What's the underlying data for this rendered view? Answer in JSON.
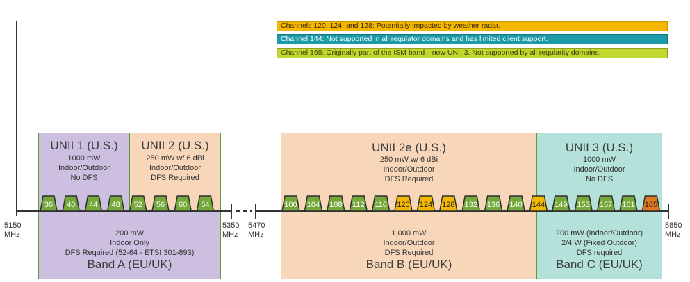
{
  "notes": [
    {
      "text": "Channels 120, 124, and 128: Potentially impacted by weather radar.",
      "color": "#f5b800"
    },
    {
      "text": "Channel 144: Not supported in all regulator domains and has limited client support.",
      "color": "#1b9aa8"
    },
    {
      "text": "Channel 165: Originally part of the ISM band—now UNII 3. Not supported by all regularity domains.",
      "color": "#c4d630"
    }
  ],
  "unii1": {
    "title": "UNII 1 (U.S.)",
    "power": "1000 mW",
    "use": "Indoor/Outdoor",
    "dfs": "No DFS"
  },
  "unii2": {
    "title": "UNII 2 (U.S.)",
    "power": "250 mW w/ 6 dBi",
    "use": "Indoor/Outdoor",
    "dfs": "DFS Required"
  },
  "unii2e": {
    "title": "UNII 2e (U.S.)",
    "power": "250 mW w/ 6 dBi",
    "use": "Indoor/Outdoor",
    "dfs": "DFS Required"
  },
  "unii3": {
    "title": "UNII 3 (U.S.)",
    "power": "1000 mW",
    "use": "Indoor/Outdoor",
    "dfs": "No DFS"
  },
  "bandA": {
    "line1": "200 mW",
    "line2": "Indoor Only",
    "line3": "DFS Required (52-64 - ETSI 301-893)",
    "name": "Band A (EU/UK)"
  },
  "bandB": {
    "line1": "1,000 mW",
    "line2": "Indoor/Outdoor",
    "line3": "DFS Required",
    "name": "Band B (EU/UK)"
  },
  "bandC": {
    "line1": "200 mW (Indoor/Outdoor)",
    "line2": "2/4 W (Fixed Outdoor)",
    "line3": "DFS required",
    "name": "Band C (EU/UK)"
  },
  "frequencies": [
    {
      "value": "5150",
      "unit": "MHz"
    },
    {
      "value": "5350",
      "unit": "MHz"
    },
    {
      "value": "5470",
      "unit": "MHz"
    },
    {
      "value": "5850",
      "unit": "MHz"
    }
  ],
  "channels_low": [
    {
      "label": "36",
      "type": "normal"
    },
    {
      "label": "40",
      "type": "normal"
    },
    {
      "label": "44",
      "type": "normal"
    },
    {
      "label": "48",
      "type": "normal"
    },
    {
      "label": "52",
      "type": "normal"
    },
    {
      "label": "56",
      "type": "normal"
    },
    {
      "label": "60",
      "type": "normal"
    },
    {
      "label": "64",
      "type": "normal"
    }
  ],
  "channels_high": [
    {
      "label": "100",
      "type": "normal"
    },
    {
      "label": "104",
      "type": "normal"
    },
    {
      "label": "108",
      "type": "normal"
    },
    {
      "label": "112",
      "type": "normal"
    },
    {
      "label": "116",
      "type": "normal"
    },
    {
      "label": "120",
      "type": "radar"
    },
    {
      "label": "124",
      "type": "radar"
    },
    {
      "label": "128",
      "type": "radar"
    },
    {
      "label": "132",
      "type": "normal"
    },
    {
      "label": "136",
      "type": "normal"
    },
    {
      "label": "140",
      "type": "normal"
    },
    {
      "label": "144",
      "type": "limited"
    },
    {
      "label": "149",
      "type": "normal"
    },
    {
      "label": "153",
      "type": "normal"
    },
    {
      "label": "157",
      "type": "normal"
    },
    {
      "label": "161",
      "type": "normal"
    },
    {
      "label": "165",
      "type": "ism"
    }
  ],
  "colors": {
    "unii1_fill": "#cdbfe0",
    "unii2_fill": "#f8d6b9",
    "unii3_fill": "#b4e1da",
    "border": "#5e9a3a",
    "channel_normal": "#74a83a",
    "channel_radar": "#f5b800",
    "channel_limited": "#f5b800",
    "channel_ism": "#e07820",
    "axis": "#333333"
  }
}
